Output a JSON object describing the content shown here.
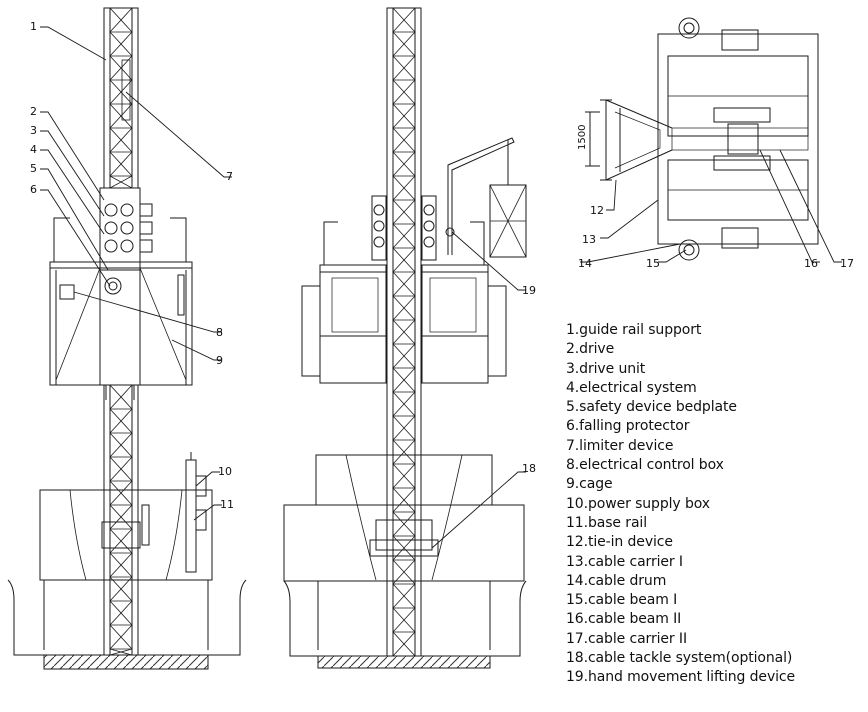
{
  "callout_numbers": [
    "1",
    "2",
    "3",
    "4",
    "5",
    "6",
    "7",
    "8",
    "9",
    "10",
    "11",
    "12",
    "13",
    "14",
    "15",
    "16",
    "17",
    "18",
    "19"
  ],
  "dimension_label": "1500",
  "legend": [
    "1.guide rail support",
    "2.drive",
    "3.drive unit",
    "4.electrical system",
    "5.safety device bedplate",
    "6.falling protector",
    "7.limiter device",
    "8.electrical control box",
    "9.cage",
    "10.power supply box",
    "11.base rail",
    "12.tie-in device",
    "13.cable carrier I",
    "14.cable drum",
    "15.cable beam I",
    "16.cable beam II",
    "17.cable carrier II",
    "18.cable tackle system(optional)",
    "19.hand movement lifting device"
  ],
  "colors": {
    "line": "#1a1a1a",
    "background": "#ffffff",
    "ground_hatch": "#333333"
  }
}
